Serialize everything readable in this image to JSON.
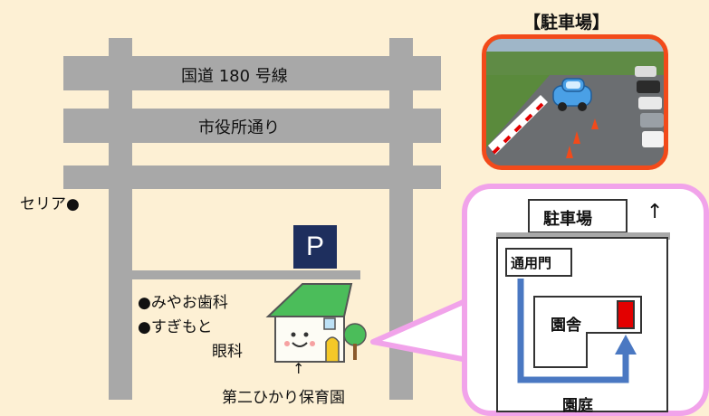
{
  "map": {
    "roads": {
      "route180": "国道 180 号線",
      "city_hall_street": "市役所通り"
    },
    "landmarks": {
      "seria": "セリア●",
      "miyao_dental": "●みやお歯科",
      "sugimoto_line1": "●すぎもと",
      "sugimoto_line2": "眼科",
      "parking_symbol": "P"
    },
    "school": {
      "arrow": "↑",
      "name": "第二ひかり保育園"
    },
    "photo": {
      "title": "【駐車場】"
    },
    "inset": {
      "parking": "駐車場",
      "north_symbol": "↑",
      "gate": "通用門",
      "building": "園舎",
      "yard": "園庭"
    },
    "colors": {
      "background": "#fdf0d4",
      "road": "#a8a8a8",
      "photo_border": "#f24a1a",
      "inset_border": "#f1a3ea",
      "route_line": "#4a78c2",
      "entrance": "#e30000",
      "parking_sign": "#1e2f5e"
    }
  }
}
